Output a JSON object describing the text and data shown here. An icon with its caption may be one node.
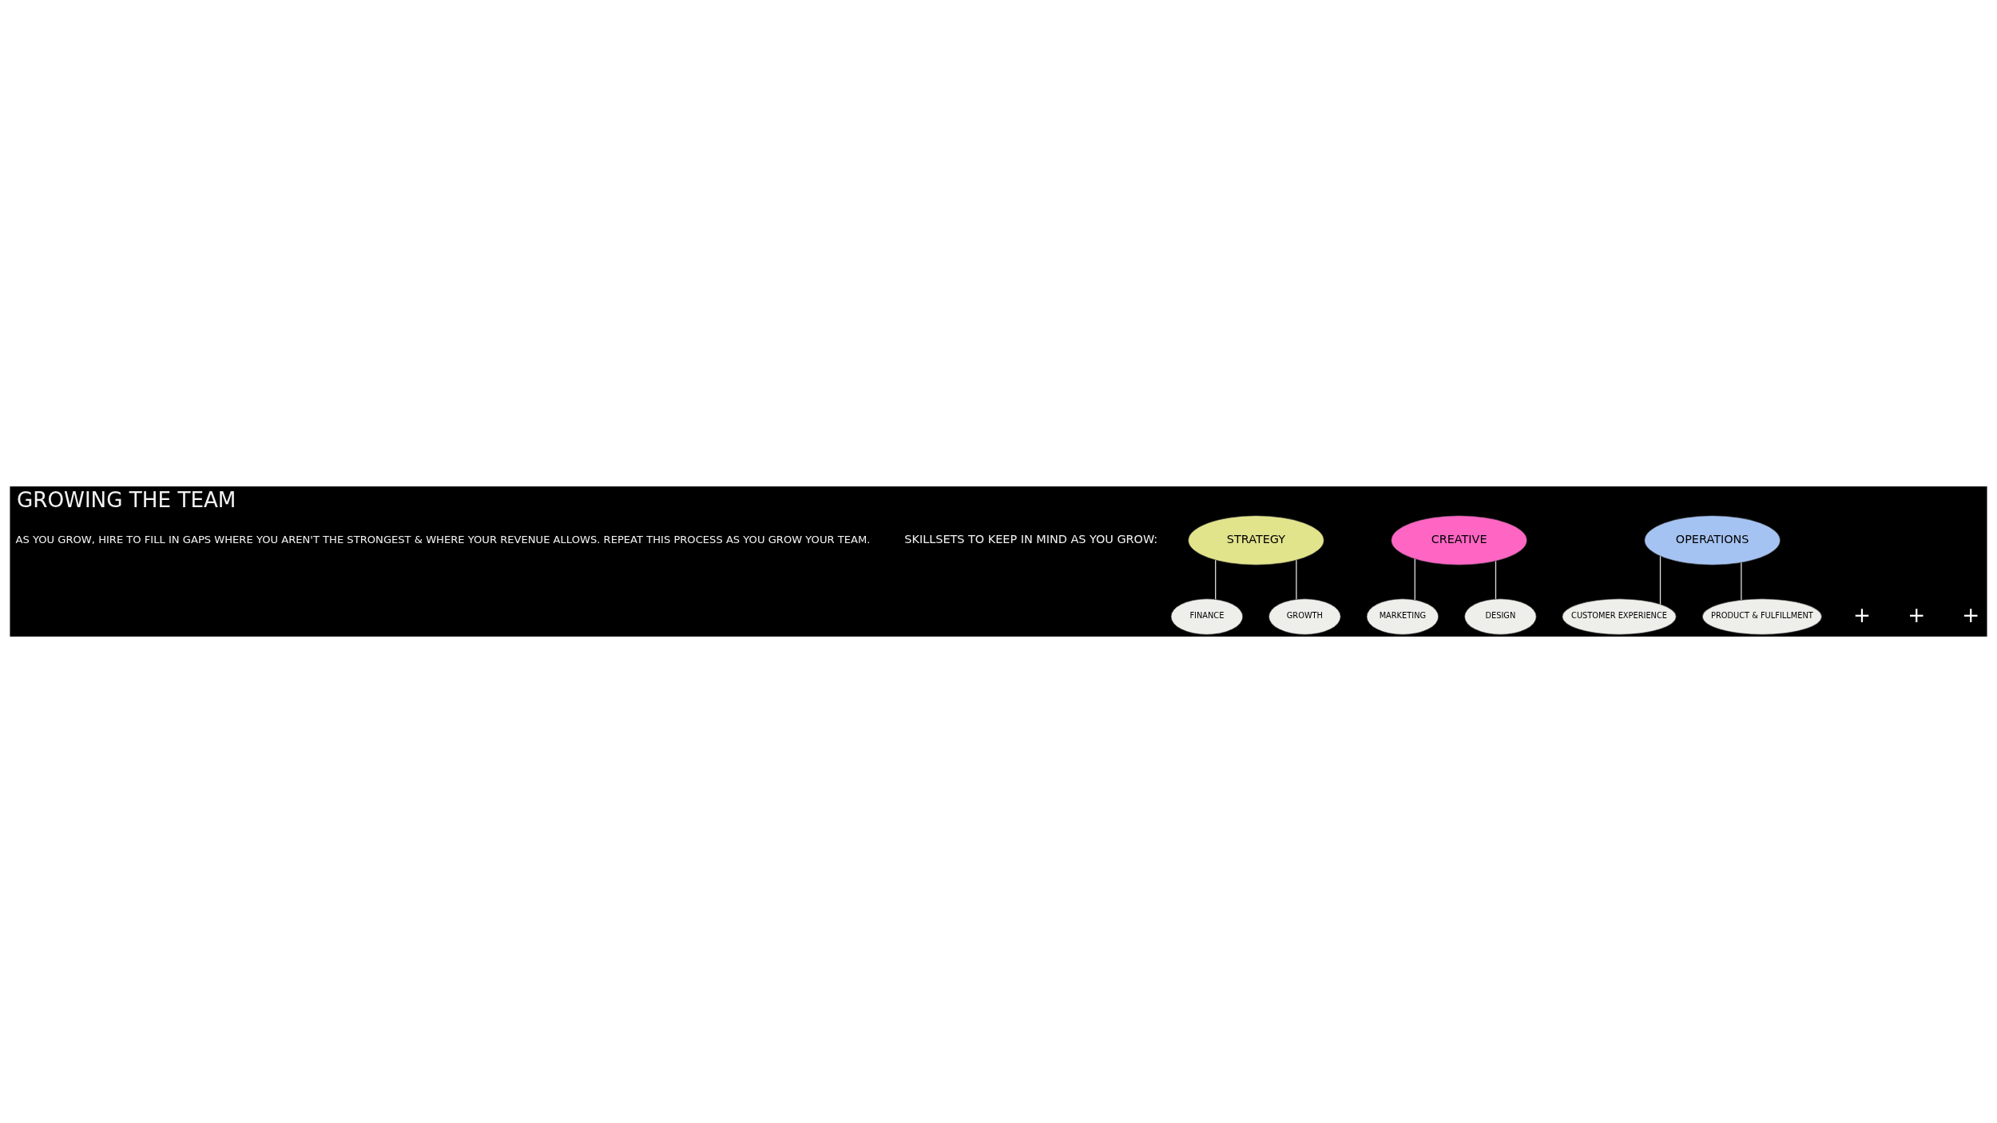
{
  "diagram": {
    "title": "GROWING THE TEAM",
    "nodes": [
      {
        "text": [
          "STRATEGY"
        ]
      },
      {
        "text": [
          "CREATIVE"
        ]
      },
      {
        "text": [
          "OPERATIONS"
        ]
      },
      {
        "text": [
          "FINANCE"
        ]
      },
      {
        "text": [
          "GROWTH"
        ]
      },
      {
        "text": [
          "MARKETING"
        ]
      },
      {
        "text": [
          "DESIGN"
        ]
      },
      {
        "text": [
          "CUSTOMER EXPERIENCE"
        ]
      },
      {
        "text": [
          "PRODUCT & FULFILLMENT"
        ]
      }
    ],
    "edges": [
      {
        "from": 0,
        "to": 3,
        "arrow": "none"
      },
      {
        "from": 0,
        "to": 4,
        "arrow": "none"
      },
      {
        "from": 1,
        "to": 5,
        "arrow": "none"
      },
      {
        "from": 1,
        "to": 6,
        "arrow": "none"
      },
      {
        "from": 2,
        "to": 7,
        "arrow": "none"
      },
      {
        "from": 2,
        "to": 8,
        "arrow": "none"
      }
    ],
    "labels": [
      "AS YOU GROW, HIRE TO FILL IN GAPS WHERE YOU AREN'T THE STRONGEST & WHERE YOUR REVENUE ALLOWS. REPEAT THIS PROCESS AS YOU GROW YOUR TEAM.",
      "SKILLSETS TO KEEP IN MIND AS YOU GROW:",
      "+",
      "+",
      "+"
    ]
  }
}
